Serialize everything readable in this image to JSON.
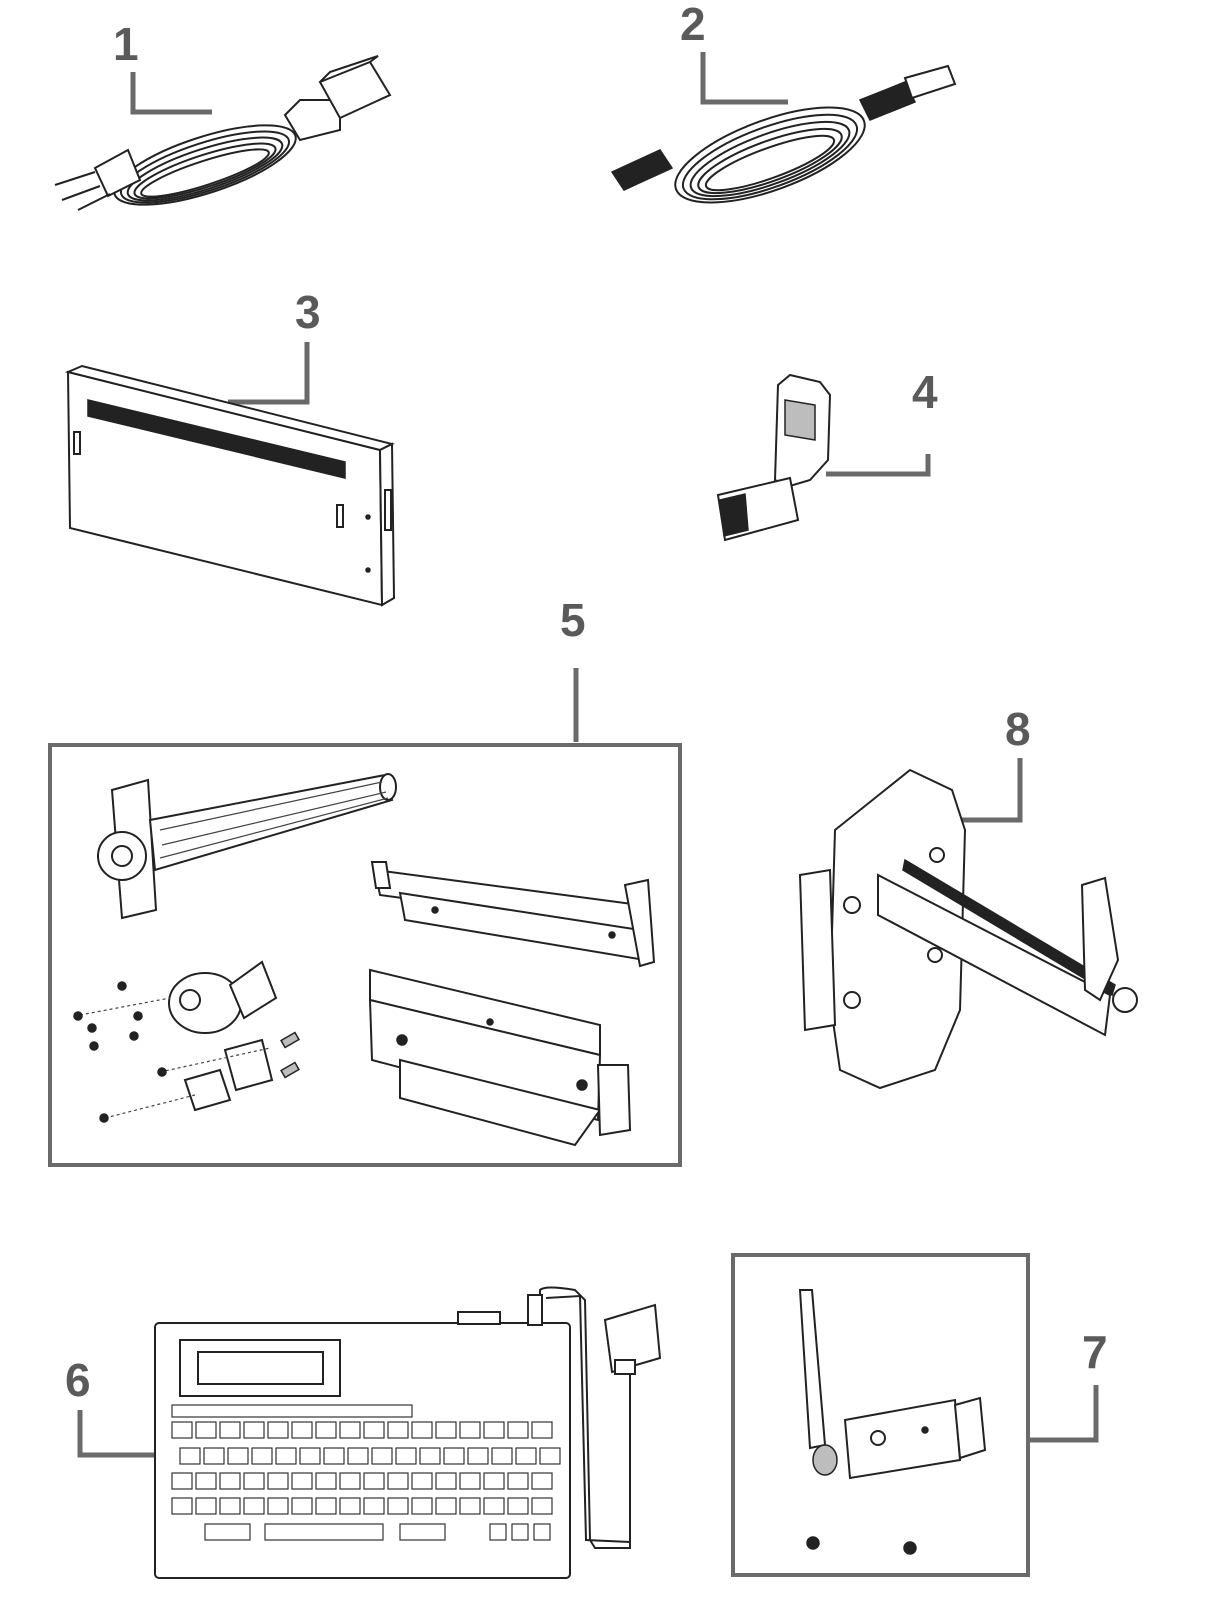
{
  "callouts": {
    "c1": "1",
    "c2": "2",
    "c3": "3",
    "c4": "4",
    "c5": "5",
    "c6": "6",
    "c7": "7",
    "c8": "8"
  },
  "colors": {
    "callout_text": "#5a5a5a",
    "line_art": "#222222",
    "background": "#ffffff"
  }
}
